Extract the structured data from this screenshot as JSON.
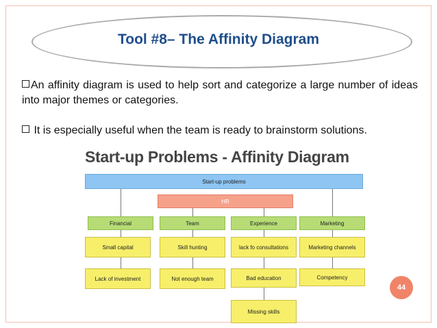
{
  "slide": {
    "title": "Tool #8– The Affinity Diagram",
    "bullets": [
      "An affinity diagram is used to help sort and categorize a large number of ideas into major themes or categories.",
      " It is especially useful when the team is ready to brainstorm solutions."
    ],
    "page_number": "44"
  },
  "diagram": {
    "title": "Start-up Problems - Affinity Diagram",
    "root": "Start-up problems",
    "sub_header": "HR",
    "categories": [
      {
        "label": "Financial",
        "items": [
          "Small capital",
          "Lack of investment"
        ]
      },
      {
        "label": "Team",
        "items": [
          "Skill hunting",
          "Not enough team"
        ]
      },
      {
        "label": "Experience",
        "items": [
          "lack fo consultations",
          "Bad education",
          "Missing skills"
        ]
      },
      {
        "label": "Marketing",
        "items": [
          "Marketing channels",
          "Competency"
        ]
      }
    ]
  },
  "colors": {
    "title_text": "#1f4e8c",
    "root_box": "#8ec5f2",
    "hr_box": "#f6a18a",
    "category_box": "#b7dc75",
    "item_box": "#f7ef6a",
    "page_badge": "#f08468"
  }
}
